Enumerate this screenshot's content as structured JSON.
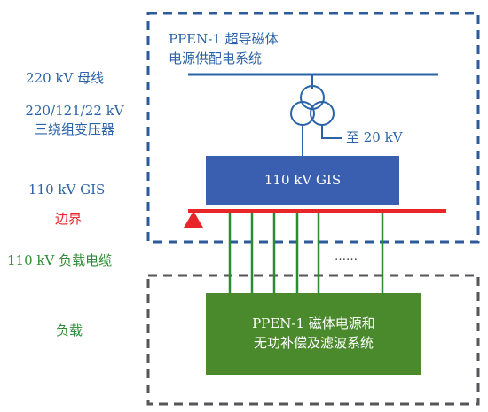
{
  "left_labels": {
    "bus_220": "220 kV 母线",
    "transformer_line1": "220/121/22 kV",
    "transformer_line2": "三绕组变压器",
    "gis": "110 kV GIS",
    "boundary": "边界",
    "load_cable": "110 kV 负载电缆",
    "load": "负载"
  },
  "supply_system": {
    "title_line1": "PPEN-1 超导磁体",
    "title_line2": "电源供配电系统",
    "to_20kv": "至 20 kV",
    "gis_box_label": "110 kV GIS"
  },
  "load_system": {
    "line1": "PPEN-1 磁体电源和",
    "line2": "无功补偿及滤波系统",
    "ellipsis": "……"
  },
  "colors": {
    "blue": "#2b63a8",
    "gis_fill": "#3a5fb0",
    "red": "#e8262a",
    "green": "#2e8b35",
    "load_fill": "#4a8a2d",
    "dash": "#2d5a9a"
  }
}
